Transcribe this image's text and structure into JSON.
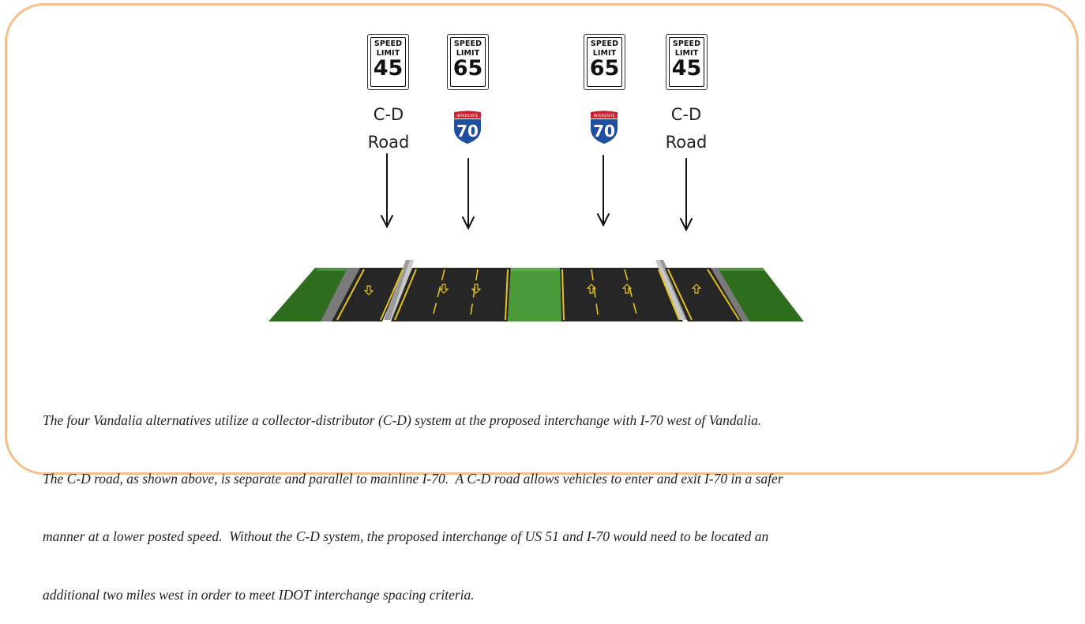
{
  "signs": [
    {
      "top": "SPEED",
      "mid": "LIMIT",
      "value": "45"
    },
    {
      "top": "SPEED",
      "mid": "LIMIT",
      "value": "65"
    },
    {
      "top": "SPEED",
      "mid": "LIMIT",
      "value": "65"
    },
    {
      "top": "SPEED",
      "mid": "LIMIT",
      "value": "45"
    }
  ],
  "labels": {
    "left_cd_line1": "C-D",
    "left_cd_line2": "Road",
    "right_cd_line1": "C-D",
    "right_cd_line2": "Road"
  },
  "shields": [
    {
      "number": "70",
      "banner": "INTERSTATE"
    },
    {
      "number": "70",
      "banner": "INTERSTATE"
    }
  ],
  "caption": {
    "line1": "The four Vandalia alternatives utilize a collector-distributor (C-D) system at the proposed interchange with I-70 west of Vandalia.",
    "line2": "The C-D road, as shown above, is separate and parallel to mainline I-70.  A C-D road allows vehicles to enter and exit I-70 in a safer",
    "line3": "manner at a lower posted speed.  Without the C-D system, the proposed interchange of US 51 and I-70 would need to be located an",
    "line4": "additional two miles west in order to meet IDOT interchange spacing criteria."
  },
  "colors": {
    "frame": "#f6bf8e",
    "pavement": "#262626",
    "grass": "#2f6d1e",
    "grass_light": "#4a9a3a",
    "lane_line": "#e8c21a",
    "shield_blue": "#1f4fa3",
    "shield_red": "#cc2030"
  }
}
